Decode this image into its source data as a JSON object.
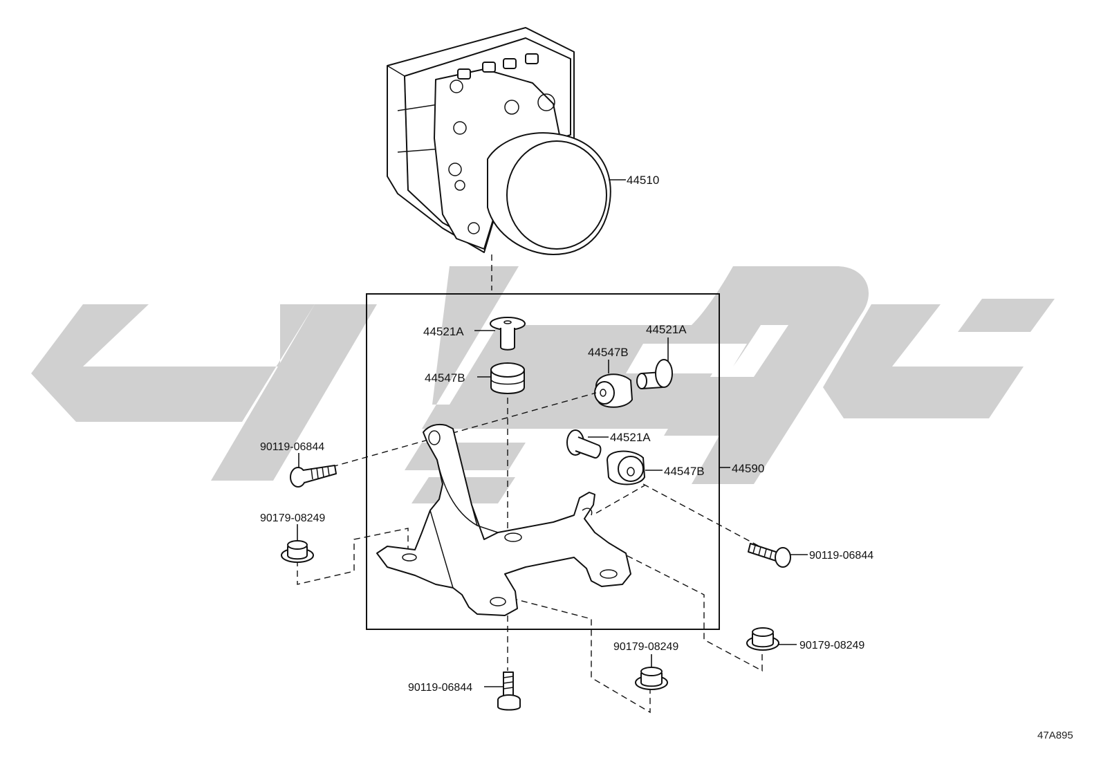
{
  "diagram": {
    "figure_code": "47A895",
    "labels": {
      "actuator": "44510",
      "bracket_assy": "44590",
      "collar_top": "44521A",
      "cushion_top": "44547B",
      "collar_right_upper": "44521A",
      "cushion_right_upper": "44547B",
      "collar_right_lower": "44521A",
      "cushion_right_lower": "44547B",
      "bolt_left": "90119-06844",
      "nut_left": "90179-08249",
      "bolt_right": "90119-06844",
      "nut_right": "90179-08249",
      "nut_bottom": "90179-08249",
      "bolt_bottom": "90119-06844"
    }
  }
}
